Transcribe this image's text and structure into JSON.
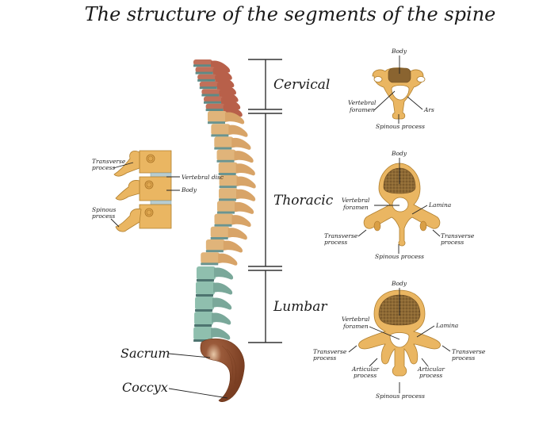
{
  "title": "The structure of the segments of the spine",
  "segments": {
    "cervical": "Cervical",
    "thoracic": "Thoracic",
    "lumbar": "Lumbar",
    "sacrum": "Sacrum",
    "coccyx": "Coccyx"
  },
  "side_view": {
    "transverse_process": [
      "Transverse",
      "process"
    ],
    "vertebral_disc": "Vertebral disc",
    "body": "Body",
    "spinous_process": [
      "Spinous",
      "process"
    ]
  },
  "cervical_vertebra": {
    "body": "Body",
    "vertebral_foramen": [
      "Vertebral",
      "foramen"
    ],
    "ars": "Ars",
    "spinous_process": "Spinous process"
  },
  "thoracic_vertebra": {
    "body": "Body",
    "vertebral_foramen": [
      "Vertebral",
      "foramen"
    ],
    "lamina": "Lamina",
    "transverse_left": [
      "Transverse",
      "process"
    ],
    "transverse_right": [
      "Transverse",
      "process"
    ],
    "spinous_process": "Spinous process"
  },
  "lumbar_vertebra": {
    "body": "Body",
    "vertebral_foramen": [
      "Vertebral",
      "foramen"
    ],
    "lamina": "Lamina",
    "transverse_left": [
      "Transverse",
      "process"
    ],
    "transverse_right": [
      "Transverse",
      "process"
    ],
    "articular_left": [
      "Articular",
      "process"
    ],
    "articular_right": [
      "Articular",
      "process"
    ],
    "spinous_process": "Spinous process"
  },
  "colors": {
    "cervical": "#c0705a",
    "thoracic": "#e0b47a",
    "lumbar": "#8fbfae",
    "sacrum": "#8a4a2e",
    "disc": "#6a9490",
    "bone": "#eab662",
    "spongy": "#8a6430"
  }
}
